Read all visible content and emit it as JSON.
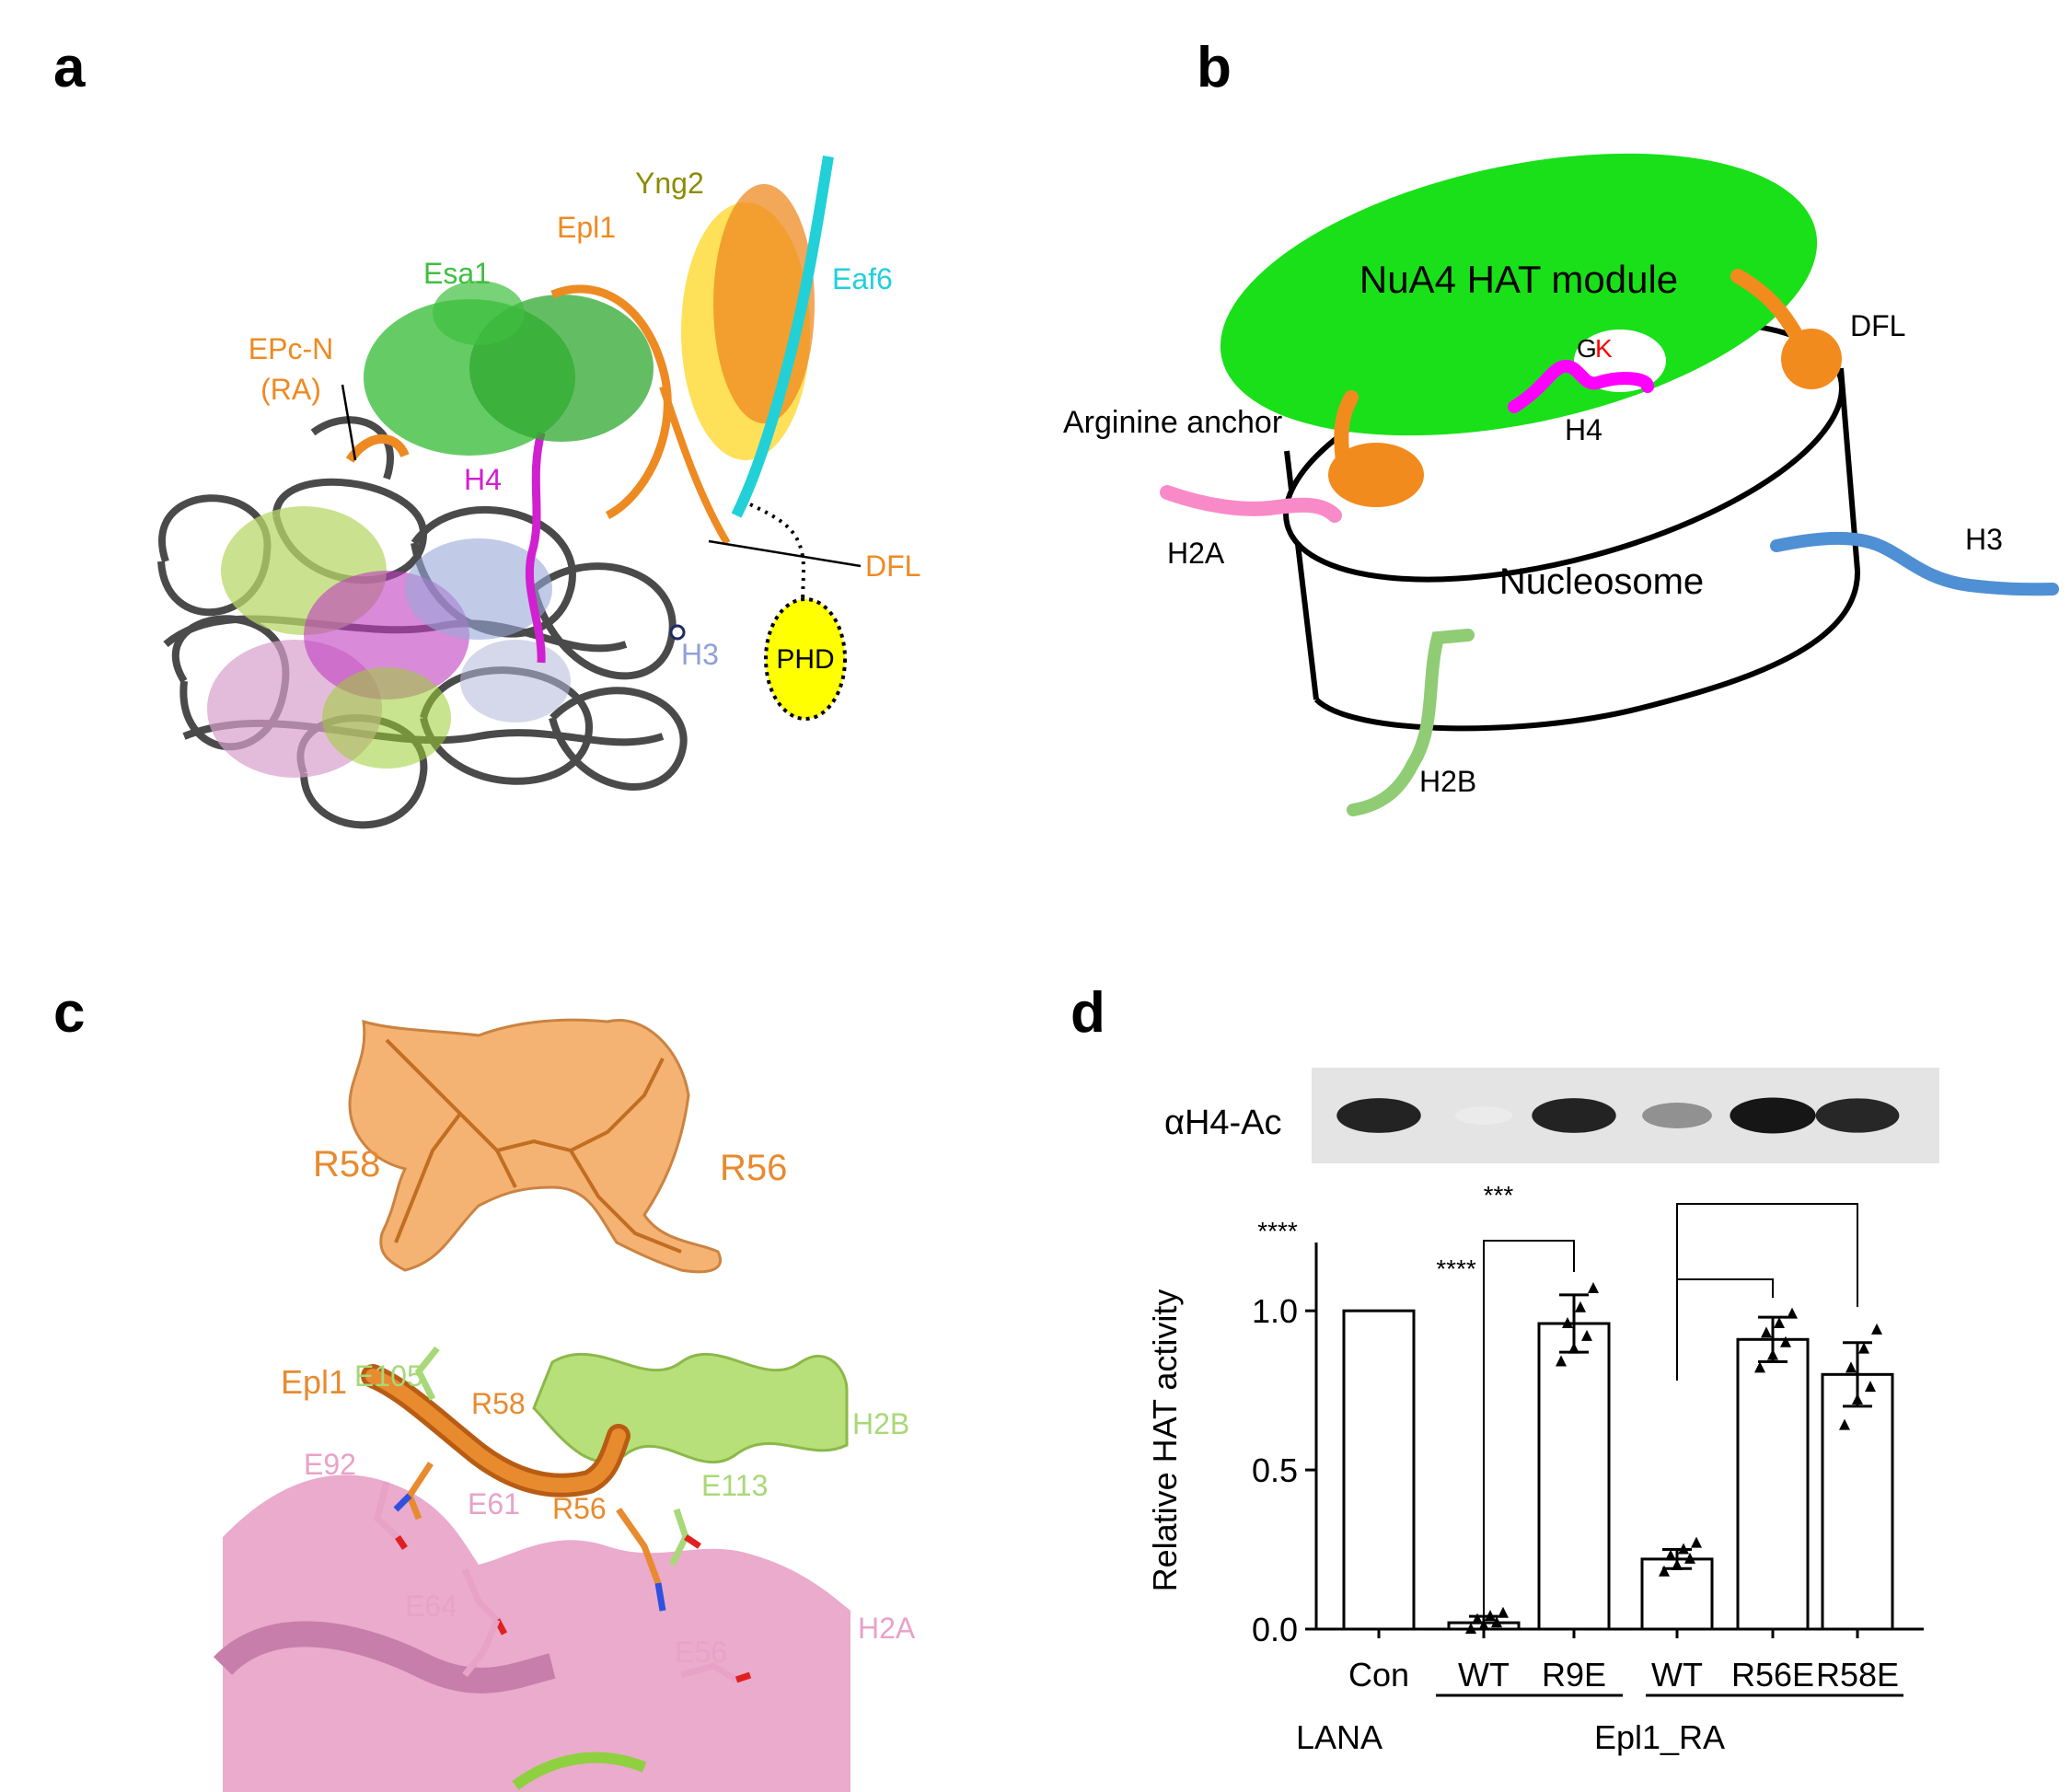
{
  "panels": {
    "a": {
      "letter": "a",
      "labels": {
        "yng2": "Yng2",
        "epl1": "Epl1",
        "esa1": "Esa1",
        "eaf6": "Eaf6",
        "epcn_line1": "EPc-N",
        "epcn_line2": "(RA)",
        "h4": "H4",
        "dfl": "DFL",
        "h3": "H3",
        "phd": "PHD"
      },
      "colors": {
        "esa1": "#3fbf3f",
        "epl1": "#ee8a22",
        "yng2": "#8c8c00",
        "eaf6": "#22d0d8",
        "h4": "#d020d0",
        "h3": "#8fa0d8",
        "dna": "#4a4a4a",
        "h2b": "#9acd32",
        "h2a": "#d8a0cc",
        "phd": "#ffff00"
      }
    },
    "b": {
      "letter": "b",
      "labels": {
        "module": "NuA4 HAT module",
        "g": "G",
        "k": "K",
        "h4": "H4",
        "dfl": "DFL",
        "arginine_anchor": "Arginine anchor",
        "h2a": "H2A",
        "h3": "H3",
        "nucleosome": "Nucleosome",
        "h2b": "H2B"
      },
      "colors": {
        "module": "#19e019",
        "tails_orange": "#f28b1e",
        "h4": "#ff00ff",
        "h2a": "#f98ac8",
        "h3": "#4f8fd4",
        "h2b": "#8fcc74",
        "k": "#ff0000"
      }
    },
    "c": {
      "letter": "c",
      "density_labels": {
        "r58": "R58",
        "r56": "R56"
      },
      "structure_labels": {
        "e105": "E105",
        "epl1": "Epl1",
        "r58": "R58",
        "h2b": "H2B",
        "e92": "E92",
        "e61": "E61",
        "r56": "R56",
        "e113": "E113",
        "e64": "E64",
        "h2a": "H2A",
        "e56": "E56"
      },
      "colors": {
        "orange": "#e88a2e",
        "green": "#a8d878",
        "pink": "#e8a2c8"
      }
    },
    "d": {
      "letter": "d",
      "blot_label": "αH4-Ac",
      "blot_band_intensity": [
        0.9,
        0.08,
        0.9,
        0.45,
        0.95,
        0.88
      ],
      "group_labels": {
        "lana": "LANA",
        "epl1_ra": "Epl1_RA"
      },
      "significance": {
        "lana": "****",
        "epl1_r56e": "****",
        "epl1_r58e": "***"
      },
      "chart_data": {
        "type": "bar",
        "categories": [
          "Con",
          "WT",
          "R9E",
          "WT",
          "R56E",
          "R58E"
        ],
        "values": [
          1.0,
          0.02,
          0.96,
          0.22,
          0.91,
          0.8
        ],
        "errors": [
          0.0,
          0.02,
          0.09,
          0.03,
          0.07,
          0.1
        ],
        "points": [
          [],
          [
            0.0,
            0.01,
            0.02,
            0.03,
            0.04,
            0.05
          ],
          [
            0.84,
            0.88,
            0.92,
            0.96,
            1.01,
            1.07
          ],
          [
            0.18,
            0.2,
            0.22,
            0.23,
            0.25,
            0.27
          ],
          [
            0.82,
            0.86,
            0.9,
            0.93,
            0.96,
            0.99
          ],
          [
            0.64,
            0.72,
            0.76,
            0.82,
            0.88,
            0.94
          ]
        ],
        "ylabel": "Relative HAT activity",
        "yticks": [
          "0.0",
          "0.5",
          "1.0"
        ],
        "ylim": [
          0,
          1.2
        ]
      }
    }
  }
}
